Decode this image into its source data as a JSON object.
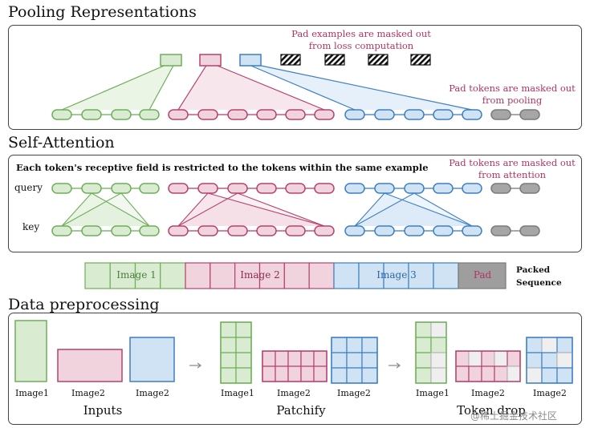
{
  "sections": {
    "pooling": "Pooling Representations",
    "attention": "Self-Attention",
    "preprocessing": "Data preprocessing"
  },
  "pooling": {
    "note_pad_examples": [
      "Pad examples are masked out",
      "from loss computation"
    ],
    "note_pad_tokens": [
      "Pad tokens are masked out",
      "from pooling"
    ]
  },
  "attention": {
    "description": "Each token's receptive field is restricted to the tokens within the same example",
    "query_label": "query",
    "key_label": "key",
    "note_pad_tokens": [
      "Pad tokens are masked out",
      "from attention"
    ]
  },
  "packed": {
    "segments": [
      "Image 1",
      "Image 2",
      "Image 3",
      "Pad"
    ],
    "label": [
      "Packed",
      "Sequence"
    ]
  },
  "preprocessing": {
    "inputs_caption": "Inputs",
    "patchify_caption": "Patchify",
    "tokendrop_caption": "Token drop",
    "image_labels": [
      "Image1",
      "Image2",
      "Image2"
    ]
  },
  "watermark": "@稀土掘金技术社区",
  "colors": {
    "green": "#6fae5a",
    "green_fill": "#d9ecd2",
    "pink": "#b5436f",
    "pink_fill": "#f1d3de",
    "blue": "#3e7fc2",
    "blue_fill": "#cfe3f5",
    "gray": "#7a7a7a",
    "gray_fill": "#a6a6a6",
    "note": "#b23363"
  }
}
